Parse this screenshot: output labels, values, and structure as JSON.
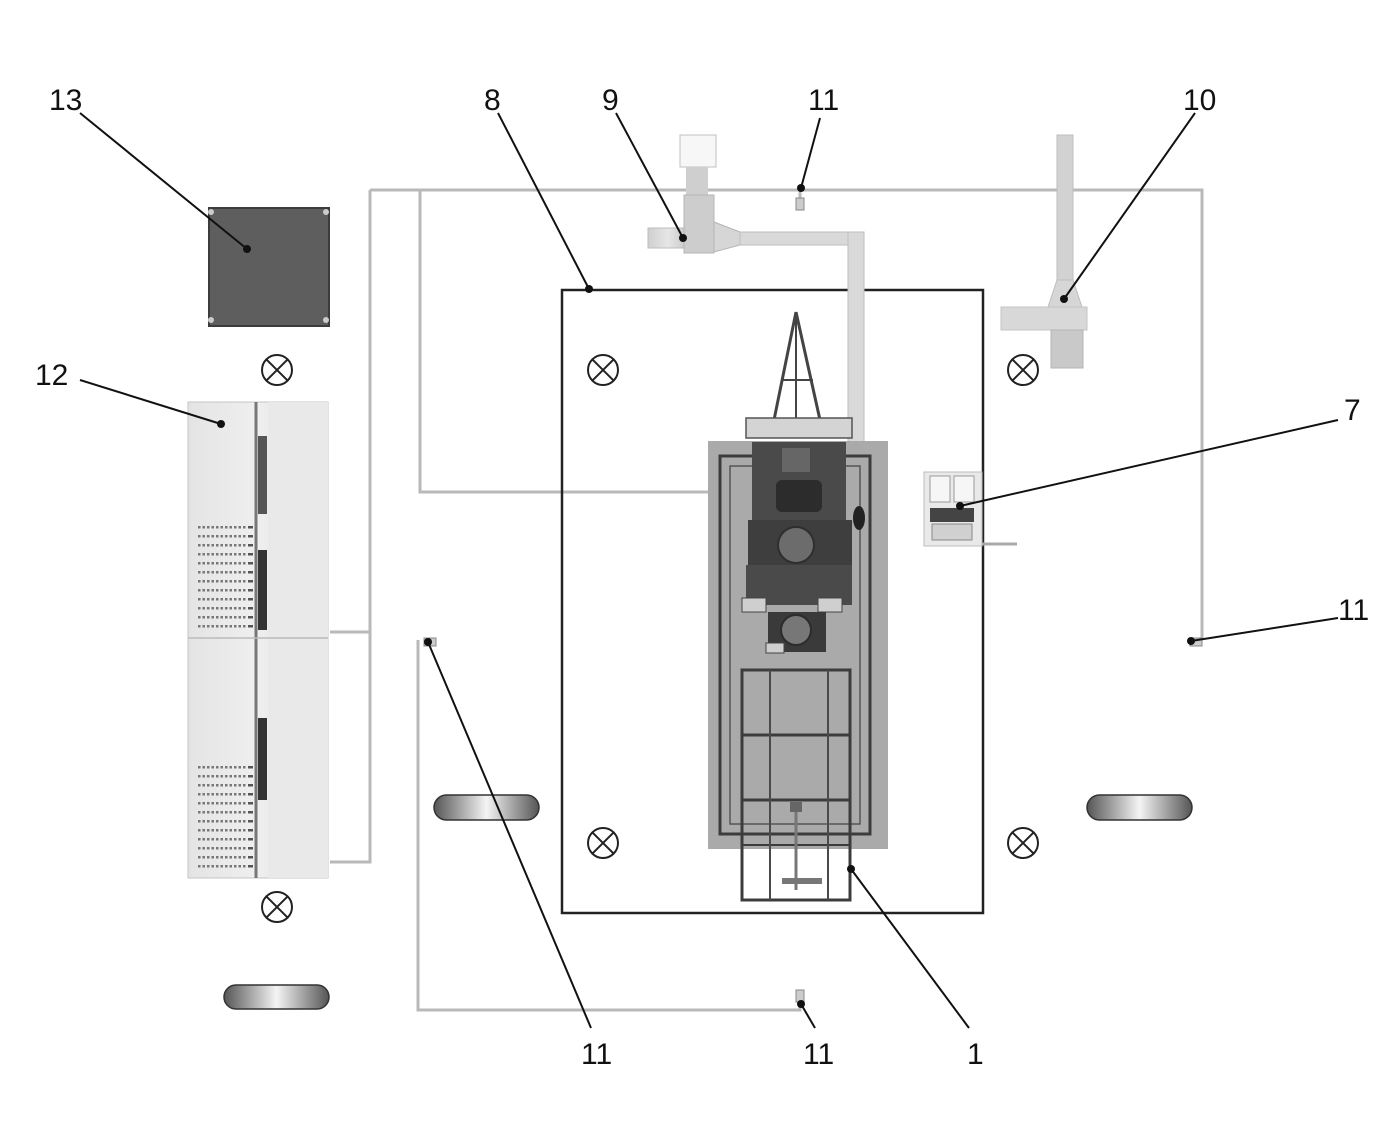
{
  "callouts": {
    "c1": "1",
    "c7": "7",
    "c8": "8",
    "c9": "9",
    "c10": "10",
    "c11_top": "11",
    "c11_right": "11",
    "c11_bottom_left": "11",
    "c11_bottom_mid": "11",
    "c12": "12",
    "c13": "13"
  },
  "icons": {
    "light_fixture": "circle-x-icon",
    "fluorescent_lamp": "lamp-bar-icon",
    "sensor": "sensor-icon"
  }
}
